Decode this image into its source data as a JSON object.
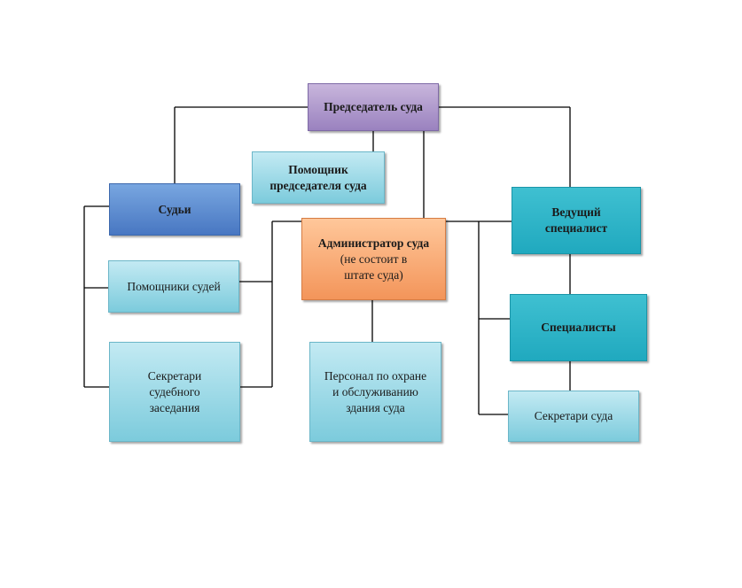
{
  "diagram": {
    "nodes": {
      "chairman": "Председатель суда",
      "chairman_assistant": "Помощник\nпредседателя суда",
      "judges": "Судьи",
      "judge_assistants": "Помощники судей",
      "court_session_secretaries": "Секретари\nсудебного\nзаседания",
      "court_administrator_title": "Администратор суда",
      "court_administrator_note": "(не состоит в\nштате суда)",
      "security_maintenance_staff": "Персонал по охране\nи обслуживанию\nздания суда",
      "lead_specialist": "Ведущий\nспециалист",
      "specialists": "Специалисты",
      "court_secretaries": "Секретари суда"
    },
    "colors": {
      "line": "#000000",
      "light_teal": "#9bd8e6",
      "teal": "#2bb3c8",
      "purple": "#b09ccd",
      "blue": "#5a8ad2",
      "orange": "#f7a66d"
    }
  }
}
